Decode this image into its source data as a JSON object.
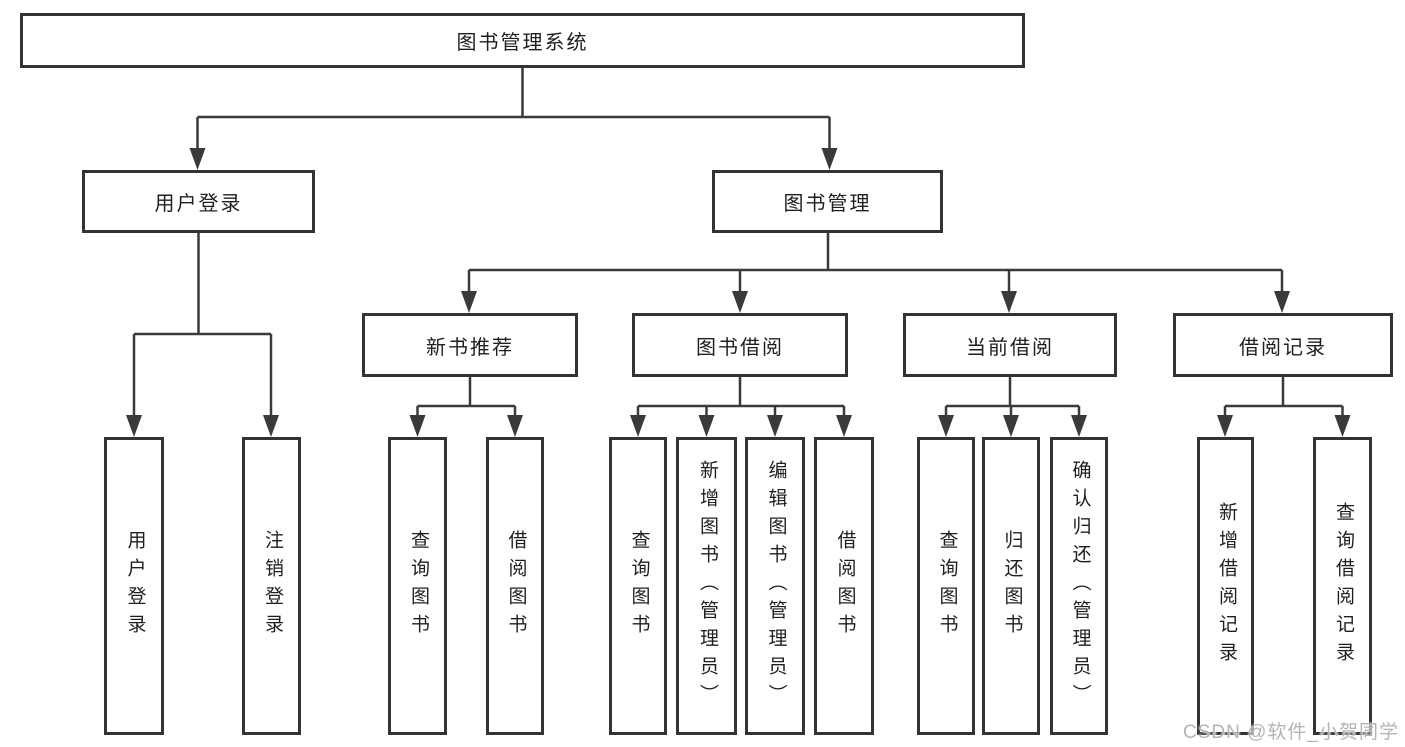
{
  "diagram": {
    "nodes": {
      "root": "图书管理系统",
      "user_login": "用户登录",
      "book_management": "图书管理",
      "new_book_recommend": "新书推荐",
      "book_borrowing": "图书借阅",
      "current_borrowing": "当前借阅",
      "borrowing_records": "借阅记录",
      "login_user_login": "用户登录",
      "login_logout": "注销登录",
      "recommend_query_books": "查询图书",
      "recommend_borrow_books": "借阅图书",
      "borrowing_query_books": "查询图书",
      "borrowing_add_books_admin": "新增图书（管理员）",
      "borrowing_edit_books_admin": "编辑图书（管理员）",
      "borrowing_borrow_books": "借阅图书",
      "current_query_books": "查询图书",
      "current_return_books": "归还图书",
      "current_confirm_return_admin": "确认归还（管理员）",
      "records_add_record": "新增借阅记录",
      "records_query_record": "查询借阅记录"
    }
  },
  "watermark": "CSDN @软件_小贺同学",
  "colors": {
    "node_border": "#333333",
    "connector_line": "#3a3a3a",
    "text": "#1f1f1f",
    "watermark": "#b4b4b4",
    "background": "#ffffff"
  }
}
